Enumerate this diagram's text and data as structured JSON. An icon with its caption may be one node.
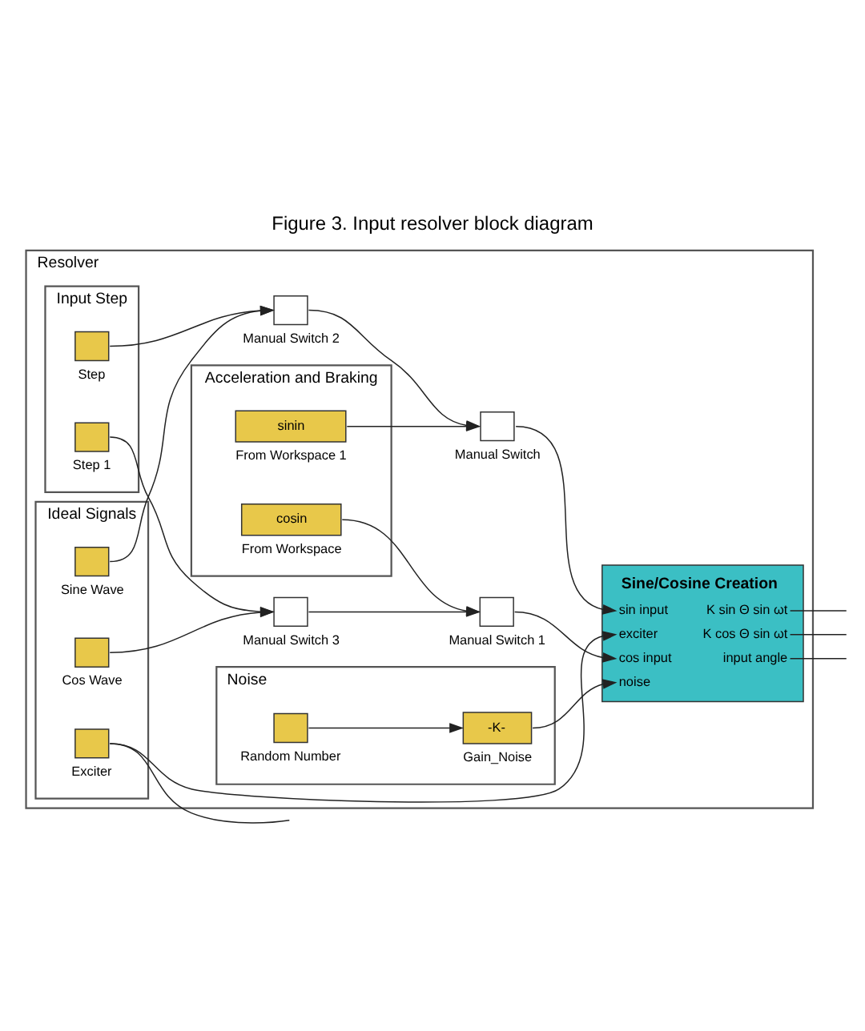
{
  "diagram": {
    "title": "Figure 3. Input resolver block diagram",
    "nodes": [
      {
        "text": [
          "Resolver"
        ]
      },
      {
        "text": [
          "Acceleration and Braking"
        ],
        "in": 0
      },
      {
        "text": [
          "sinin"
        ],
        "beside": [
          "From Workspace 1"
        ],
        "in": 1
      },
      {
        "text": [
          "cosin"
        ],
        "beside": [
          "From Workspace"
        ],
        "in": 1
      },
      {
        "text": [
          "Ideal Signals"
        ],
        "in": 0
      },
      {
        "text": [],
        "shape": "box",
        "beside": [
          "Sine Wave"
        ],
        "in": 4
      },
      {
        "text": [],
        "shape": "box",
        "beside": [
          "Exciter"
        ],
        "in": 4
      },
      {
        "text": [],
        "shape": "box",
        "beside": [
          "Cos Wave"
        ],
        "in": 4
      },
      {
        "text": [],
        "shape": "box",
        "beside": [
          "Manual Switch 2"
        ],
        "in": 0
      },
      {
        "text": [],
        "shape": "box",
        "beside": [
          "Manual Switch"
        ],
        "in": 0
      },
      {
        "text": [],
        "shape": "box",
        "beside": [
          "Manual Switch 3"
        ],
        "in": 0
      },
      {
        "text": [],
        "shape": "box",
        "beside": [
          "Manual Switch 1"
        ],
        "in": 0
      },
      {
        "text": [
          "Sine/Cosine Creation",
          "sin input",
          "K sin Θ sin ωt",
          "exciter",
          "K cos Θ sin ωt",
          "cos input",
          "input angle",
          "noise"
        ],
        "in": 0
      },
      {
        "text": [
          "Input Step"
        ],
        "in": 0
      },
      {
        "text": [],
        "shape": "box",
        "beside": [
          "Step"
        ],
        "in": 13
      },
      {
        "text": [],
        "shape": "box",
        "beside": [
          "Step 1"
        ],
        "in": 13
      },
      {
        "text": [
          "Noise"
        ],
        "in": 0
      },
      {
        "text": [],
        "shape": "box",
        "beside": [
          "Random Number"
        ],
        "in": 16
      },
      {
        "text": [
          "-K-"
        ],
        "beside": [
          "Gain_Noise"
        ],
        "in": 16
      }
    ],
    "edges": [
      {
        "from": 2,
        "to": 9,
        "arrow": "to"
      },
      {
        "from": 3,
        "to": 11,
        "arrow": "to"
      },
      {
        "from": 5,
        "to": 8,
        "arrow": "to"
      },
      {
        "from": 14,
        "to": 8,
        "arrow": "to"
      },
      {
        "from": 7,
        "to": 10,
        "arrow": "to"
      },
      {
        "from": 15,
        "to": 10,
        "arrow": "to"
      },
      {
        "from": 8,
        "to": 9,
        "arrow": "to"
      },
      {
        "from": 10,
        "to": 11,
        "arrow": "to"
      },
      {
        "from": 6,
        "to": 12,
        "arrow": "to"
      },
      {
        "from": 6,
        "to": null,
        "arrow": "none"
      },
      {
        "from": 9,
        "to": 12,
        "arrow": "to"
      },
      {
        "from": 11,
        "to": 12,
        "arrow": "to"
      },
      {
        "from": 17,
        "to": 18,
        "arrow": "to"
      },
      {
        "from": 18,
        "to": 12,
        "arrow": "to"
      },
      {
        "from": 12,
        "to": null,
        "arrow": "none"
      },
      {
        "from": 12,
        "to": null,
        "arrow": "none"
      },
      {
        "from": 12,
        "to": null,
        "arrow": "none"
      }
    ]
  }
}
